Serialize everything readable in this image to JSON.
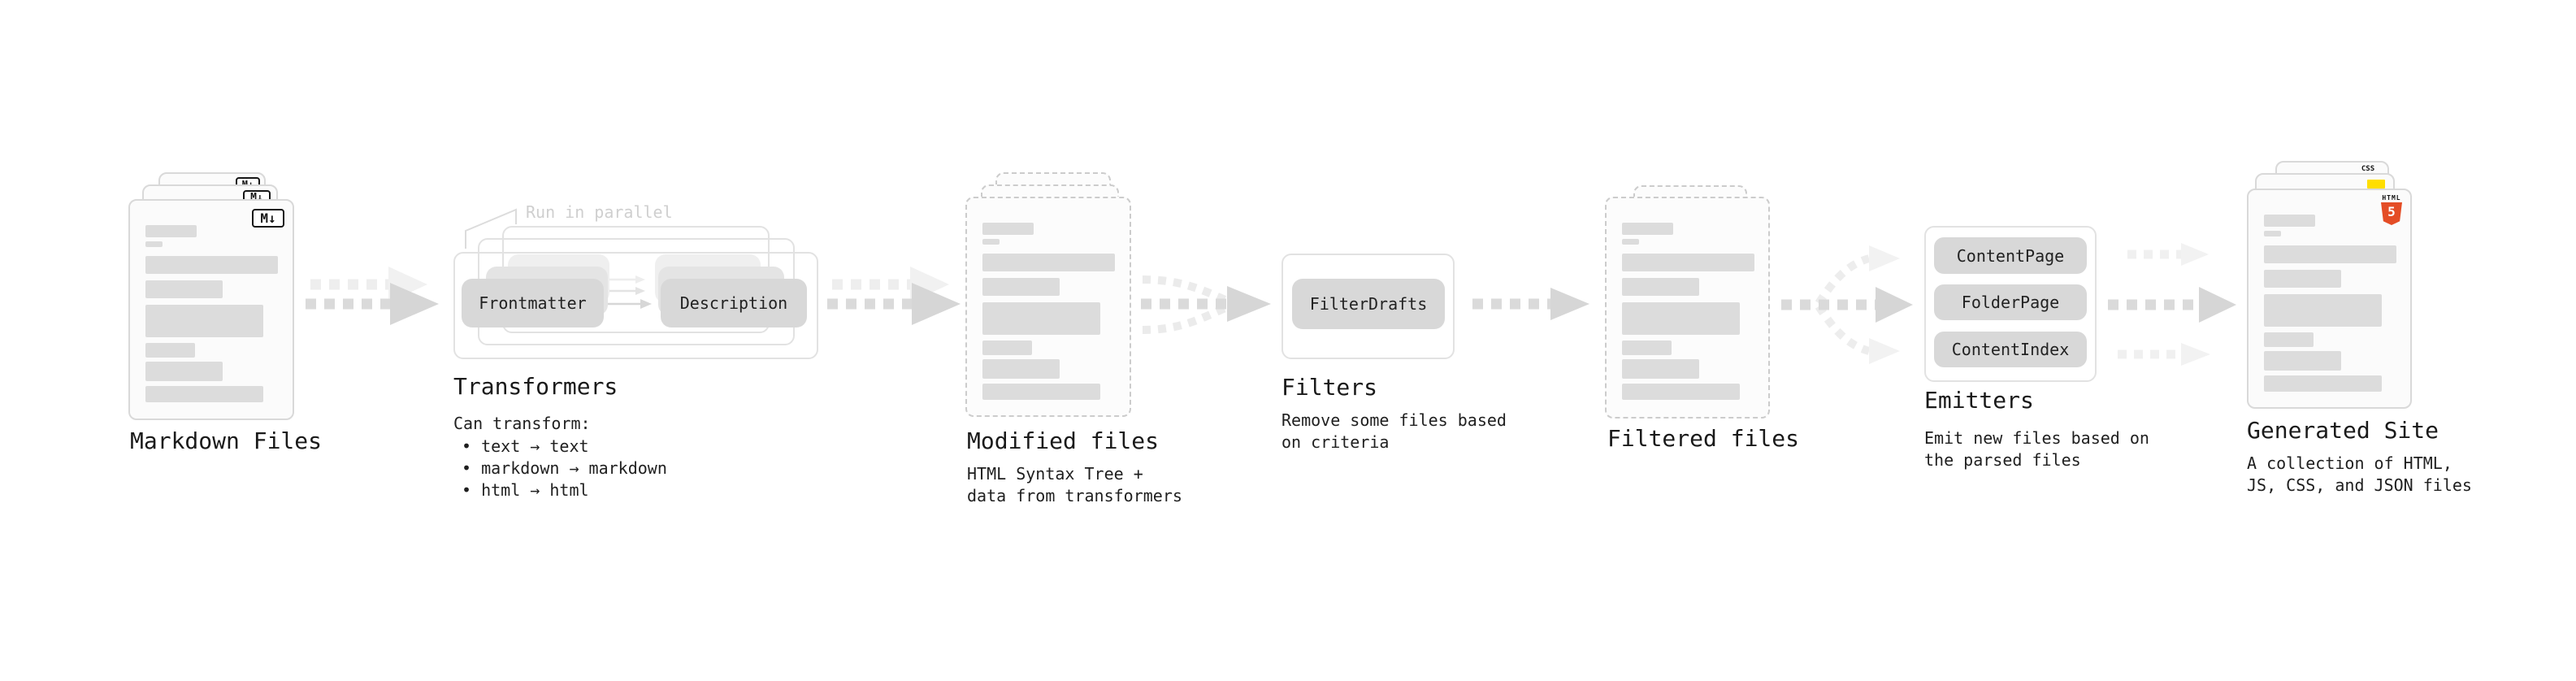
{
  "markdown_files": {
    "label": "Markdown Files",
    "badge": "M↓"
  },
  "transformers": {
    "label": "Transformers",
    "note": "Run in parallel",
    "pill_left": "Frontmatter",
    "pill_right": "Description",
    "desc_title": "Can transform:",
    "bullets": [
      "• text → text",
      "• markdown → markdown",
      "• html → html"
    ]
  },
  "modified_files": {
    "label": "Modified files",
    "desc": [
      "HTML Syntax Tree +",
      "data from transformers"
    ]
  },
  "filters": {
    "label": "Filters",
    "pill": "FilterDrafts",
    "desc": [
      "Remove some files based",
      "on criteria"
    ]
  },
  "filtered_files": {
    "label": "Filtered files"
  },
  "emitters": {
    "label": "Emitters",
    "pills": [
      "ContentPage",
      "FolderPage",
      "ContentIndex"
    ],
    "desc": [
      "Emit new files based on",
      "the parsed files"
    ]
  },
  "generated_site": {
    "label": "Generated Site",
    "desc": [
      "A collection of HTML,",
      "JS, CSS, and JSON files"
    ],
    "css_badge": "CSS",
    "html_badge_top": "HTML",
    "html_badge_num": "5"
  },
  "colors": {
    "html5_orange": "#e44d26",
    "js_yellow": "#ffde00",
    "css_blue": "#2f6df6",
    "pill_gray": "#d8d8d8",
    "arrow_gray": "#d3d3d3"
  }
}
